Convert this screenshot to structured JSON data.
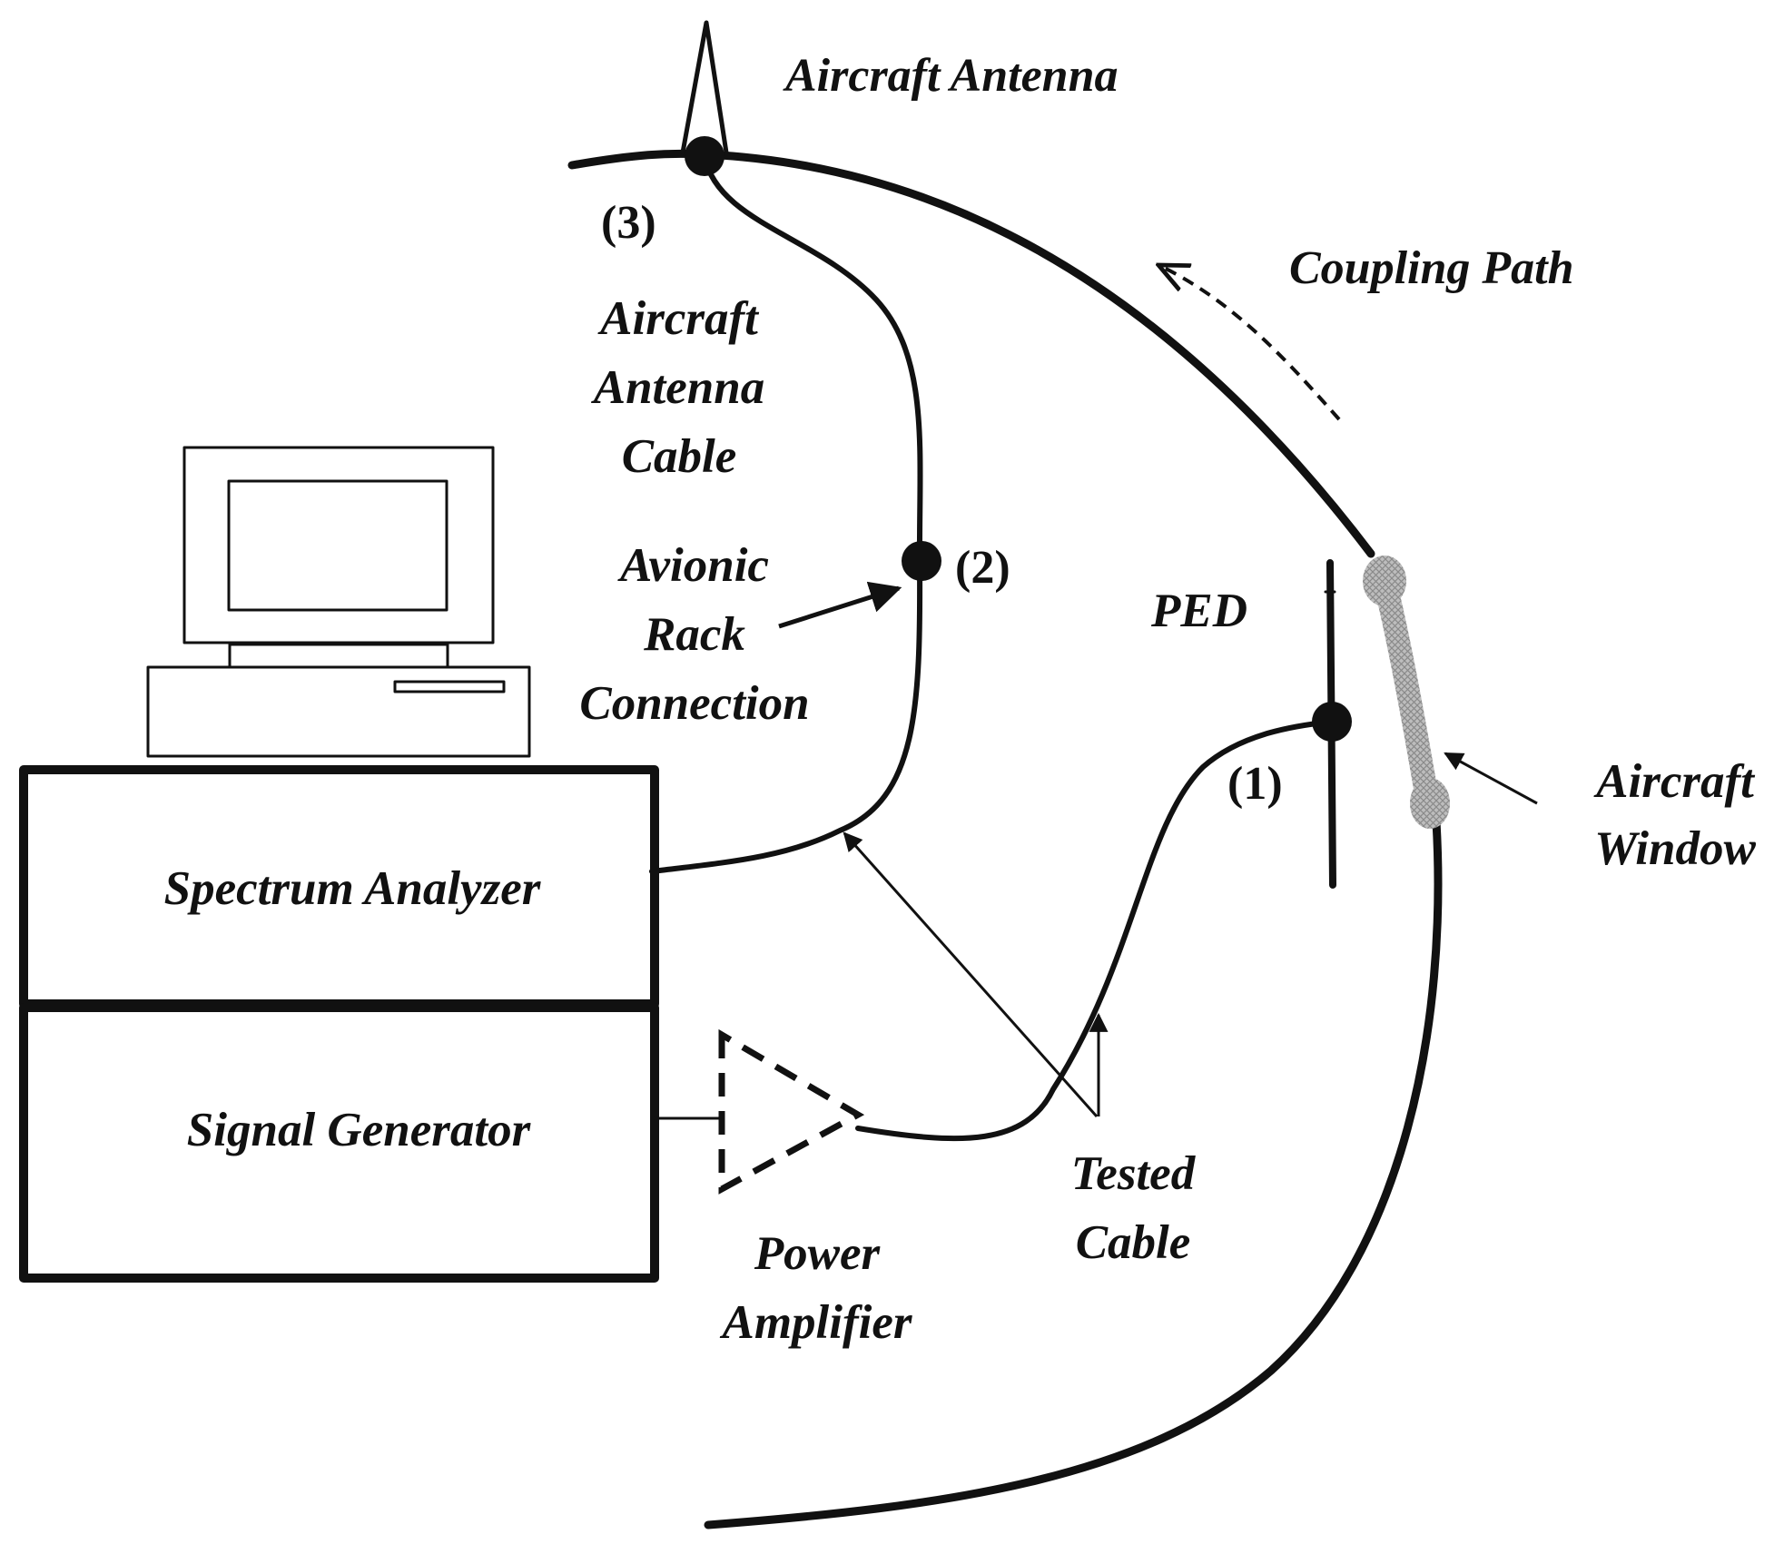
{
  "labels": {
    "aircraft_antenna": "Aircraft Antenna",
    "coupling_path": "Coupling Path",
    "antenna_cable": [
      "Aircraft",
      "Antenna",
      "Cable"
    ],
    "avionic_rack": [
      "Avionic",
      "Rack",
      "Connection"
    ],
    "ped": "PED",
    "aircraft_window": [
      "Aircraft",
      "Window"
    ],
    "spectrum_analyzer": "Spectrum Analyzer",
    "signal_generator": "Signal Generator",
    "power_amplifier": [
      "Power",
      "Amplifier"
    ],
    "tested_cable": [
      "Tested",
      "Cable"
    ]
  },
  "points": {
    "p1": "(1)",
    "p2": "(2)",
    "p3": "(3)"
  }
}
